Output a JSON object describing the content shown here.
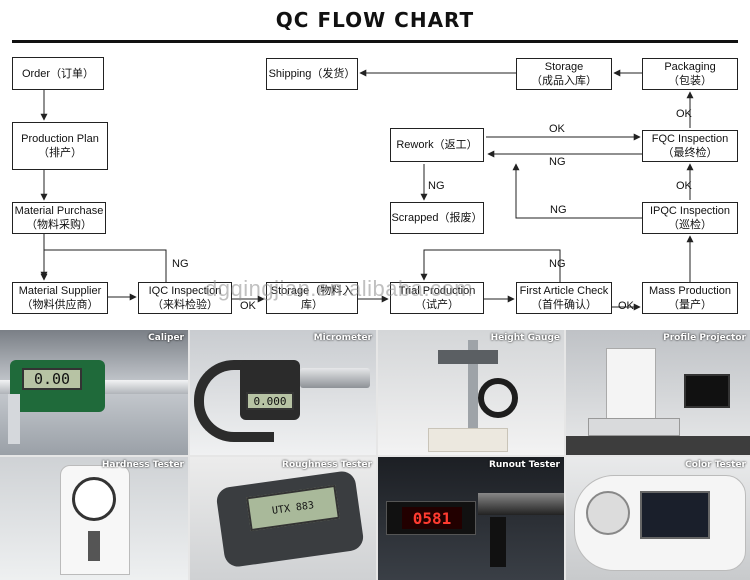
{
  "title": "QC FLOW CHART",
  "watermark": "dgqingjian.en.alibaba.com",
  "nodes": {
    "order": {
      "en": "Order",
      "zh": "（订单）"
    },
    "production_plan": {
      "en": "Production Plan",
      "zh": "（排产）"
    },
    "material_purchase": {
      "en": "Material Purchase",
      "zh": "（物料采购）"
    },
    "material_supplier": {
      "en": "Material Supplier",
      "zh": "（物料供应商）"
    },
    "iqc_inspection": {
      "en": "IQC Inspection",
      "zh": "（来料检验）"
    },
    "storage_material": {
      "en": "Storage（物料入",
      "zh": "库）"
    },
    "trial_production": {
      "en": "Trial Production",
      "zh": "（试产）"
    },
    "first_article_check": {
      "en": "First Article Check",
      "zh": "（首件确认）"
    },
    "mass_production": {
      "en": "Mass Production",
      "zh": "（量产）"
    },
    "ipqc_inspection": {
      "en": "IPQC Inspection",
      "zh": "（巡检）"
    },
    "fqc_inspection": {
      "en": "FQC Inspection",
      "zh": "（最终检）"
    },
    "packaging": {
      "en": "Packaging",
      "zh": "（包装）"
    },
    "storage_product": {
      "en": "Storage",
      "zh": "（成品入库）"
    },
    "shipping": {
      "en": "Shipping",
      "zh": "（发货）"
    },
    "rework": {
      "en": "Rework",
      "zh": "（返工）"
    },
    "scrapped": {
      "en": "Scrapped",
      "zh": "（报废）"
    }
  },
  "labels": {
    "ok": "OK",
    "ng": "NG"
  },
  "instruments": [
    {
      "name": "Caliper",
      "display": "0.00"
    },
    {
      "name": "Micrometer",
      "display": "0.000"
    },
    {
      "name": "Height Gauge",
      "display": ""
    },
    {
      "name": "Profile Projector",
      "display": ""
    },
    {
      "name": "Hardness Tester",
      "display": ""
    },
    {
      "name": "Roughness Tester",
      "display": "UTX 883"
    },
    {
      "name": "Runout Tester",
      "display": "0581"
    },
    {
      "name": "Color Tester",
      "display": ""
    }
  ],
  "colors": {
    "line": "#222222",
    "display_red": "#ff3b30",
    "lcd": "#b7c3a4"
  }
}
